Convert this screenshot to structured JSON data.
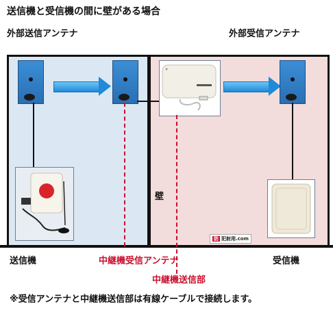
{
  "title": "送信機と受信機の間に壁がある場合",
  "labels": {
    "ext_tx_antenna": "外部送信アンテナ",
    "ext_rx_antenna": "外部受信アンテナ",
    "wall": "壁",
    "transmitter": "送信機",
    "relay_rx_antenna": "中継機受信アンテナ",
    "relay_tx_unit": "中継機送信部",
    "receiver": "受信機"
  },
  "note": "※受信アンテナと中継機送信部は有線ケーブルで接続します。",
  "watermark": {
    "mark": "防",
    "text": "犯射用.com"
  },
  "colors": {
    "left_room": "#dbe8f3",
    "right_room": "#f3dcdc",
    "accent_red": "#c8102e",
    "arrow_blue": "#1f8ad8",
    "antenna_blue": "#2a6fb3"
  }
}
